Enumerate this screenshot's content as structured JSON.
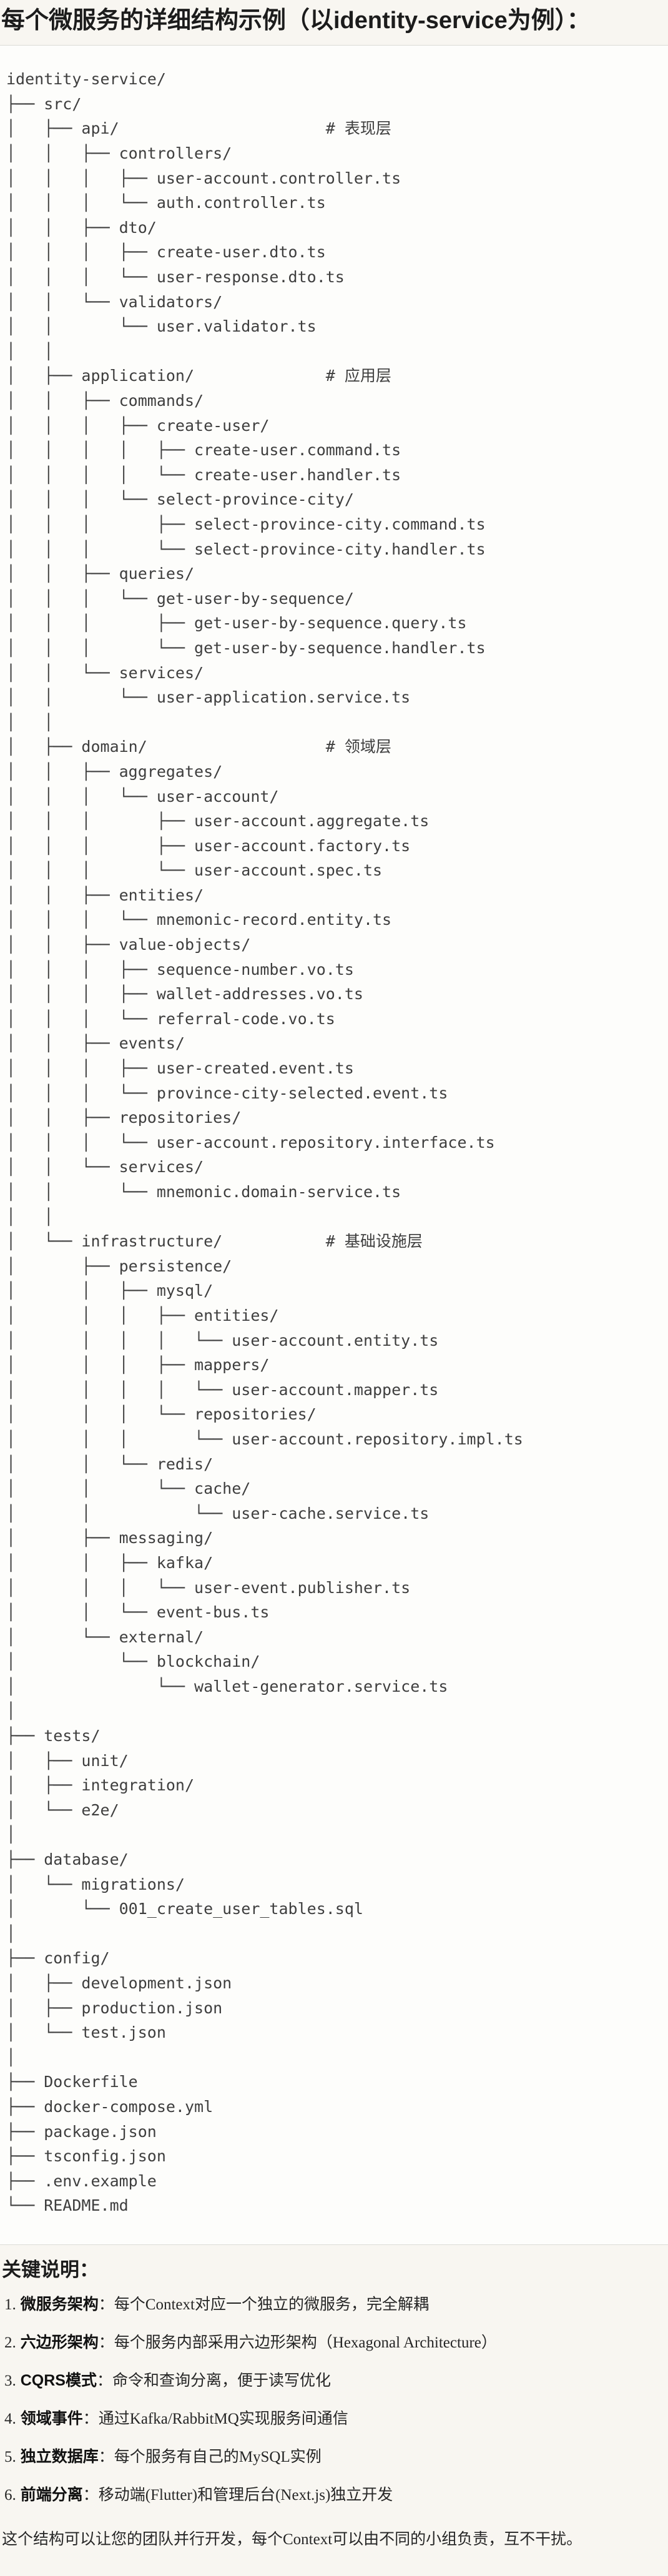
{
  "title": "每个微服务的详细结构示例（以identity-service为例）：",
  "colors": {
    "page_bg": "#f8f6f1",
    "code_bg": "#fdfdfb",
    "border": "#dcdcd6",
    "tree_text": "#3e3e3e",
    "heading_text": "#1c1c1c",
    "body_text": "#262626"
  },
  "tree": {
    "lines": [
      "identity-service/",
      "├── src/",
      "│   ├── api/                      # 表现层",
      "│   │   ├── controllers/",
      "│   │   │   ├── user-account.controller.ts",
      "│   │   │   └── auth.controller.ts",
      "│   │   ├── dto/",
      "│   │   │   ├── create-user.dto.ts",
      "│   │   │   └── user-response.dto.ts",
      "│   │   └── validators/",
      "│   │       └── user.validator.ts",
      "│   │",
      "│   ├── application/              # 应用层",
      "│   │   ├── commands/",
      "│   │   │   ├── create-user/",
      "│   │   │   │   ├── create-user.command.ts",
      "│   │   │   │   └── create-user.handler.ts",
      "│   │   │   └── select-province-city/",
      "│   │   │       ├── select-province-city.command.ts",
      "│   │   │       └── select-province-city.handler.ts",
      "│   │   ├── queries/",
      "│   │   │   └── get-user-by-sequence/",
      "│   │   │       ├── get-user-by-sequence.query.ts",
      "│   │   │       └── get-user-by-sequence.handler.ts",
      "│   │   └── services/",
      "│   │       └── user-application.service.ts",
      "│   │",
      "│   ├── domain/                   # 领域层",
      "│   │   ├── aggregates/",
      "│   │   │   └── user-account/",
      "│   │   │       ├── user-account.aggregate.ts",
      "│   │   │       ├── user-account.factory.ts",
      "│   │   │       └── user-account.spec.ts",
      "│   │   ├── entities/",
      "│   │   │   └── mnemonic-record.entity.ts",
      "│   │   ├── value-objects/",
      "│   │   │   ├── sequence-number.vo.ts",
      "│   │   │   ├── wallet-addresses.vo.ts",
      "│   │   │   └── referral-code.vo.ts",
      "│   │   ├── events/",
      "│   │   │   ├── user-created.event.ts",
      "│   │   │   └── province-city-selected.event.ts",
      "│   │   ├── repositories/",
      "│   │   │   └── user-account.repository.interface.ts",
      "│   │   └── services/",
      "│   │       └── mnemonic.domain-service.ts",
      "│   │",
      "│   └── infrastructure/           # 基础设施层",
      "│       ├── persistence/",
      "│       │   ├── mysql/",
      "│       │   │   ├── entities/",
      "│       │   │   │   └── user-account.entity.ts",
      "│       │   │   ├── mappers/",
      "│       │   │   │   └── user-account.mapper.ts",
      "│       │   │   └── repositories/",
      "│       │   │       └── user-account.repository.impl.ts",
      "│       │   └── redis/",
      "│       │       └── cache/",
      "│       │           └── user-cache.service.ts",
      "│       ├── messaging/",
      "│       │   ├── kafka/",
      "│       │   │   └── user-event.publisher.ts",
      "│       │   └── event-bus.ts",
      "│       └── external/",
      "│           └── blockchain/",
      "│               └── wallet-generator.service.ts",
      "│",
      "├── tests/",
      "│   ├── unit/",
      "│   ├── integration/",
      "│   └── e2e/",
      "│",
      "├── database/",
      "│   └── migrations/",
      "│       └── 001_create_user_tables.sql",
      "│",
      "├── config/",
      "│   ├── development.json",
      "│   ├── production.json",
      "│   └── test.json",
      "│",
      "├── Dockerfile",
      "├── docker-compose.yml",
      "├── package.json",
      "├── tsconfig.json",
      "├── .env.example",
      "└── README.md"
    ]
  },
  "notes": {
    "heading": "关键说明：",
    "items": [
      {
        "num": "1.",
        "term": "微服务架构",
        "sep": "：",
        "desc": "每个Context对应一个独立的微服务，完全解耦"
      },
      {
        "num": "2.",
        "term": "六边形架构",
        "sep": "：",
        "desc": "每个服务内部采用六边形架构（Hexagonal Architecture）"
      },
      {
        "num": "3.",
        "term": "CQRS模式",
        "sep": "：",
        "desc": "命令和查询分离，便于读写优化"
      },
      {
        "num": "4.",
        "term": "领域事件",
        "sep": "：",
        "desc": "通过Kafka/RabbitMQ实现服务间通信"
      },
      {
        "num": "5.",
        "term": "独立数据库",
        "sep": "：",
        "desc": "每个服务有自己的MySQL实例"
      },
      {
        "num": "6.",
        "term": "前端分离",
        "sep": "：",
        "desc": "移动端(Flutter)和管理后台(Next.js)独立开发"
      }
    ],
    "footer": "这个结构可以让您的团队并行开发，每个Context可以由不同的小组负责，互不干扰。"
  }
}
